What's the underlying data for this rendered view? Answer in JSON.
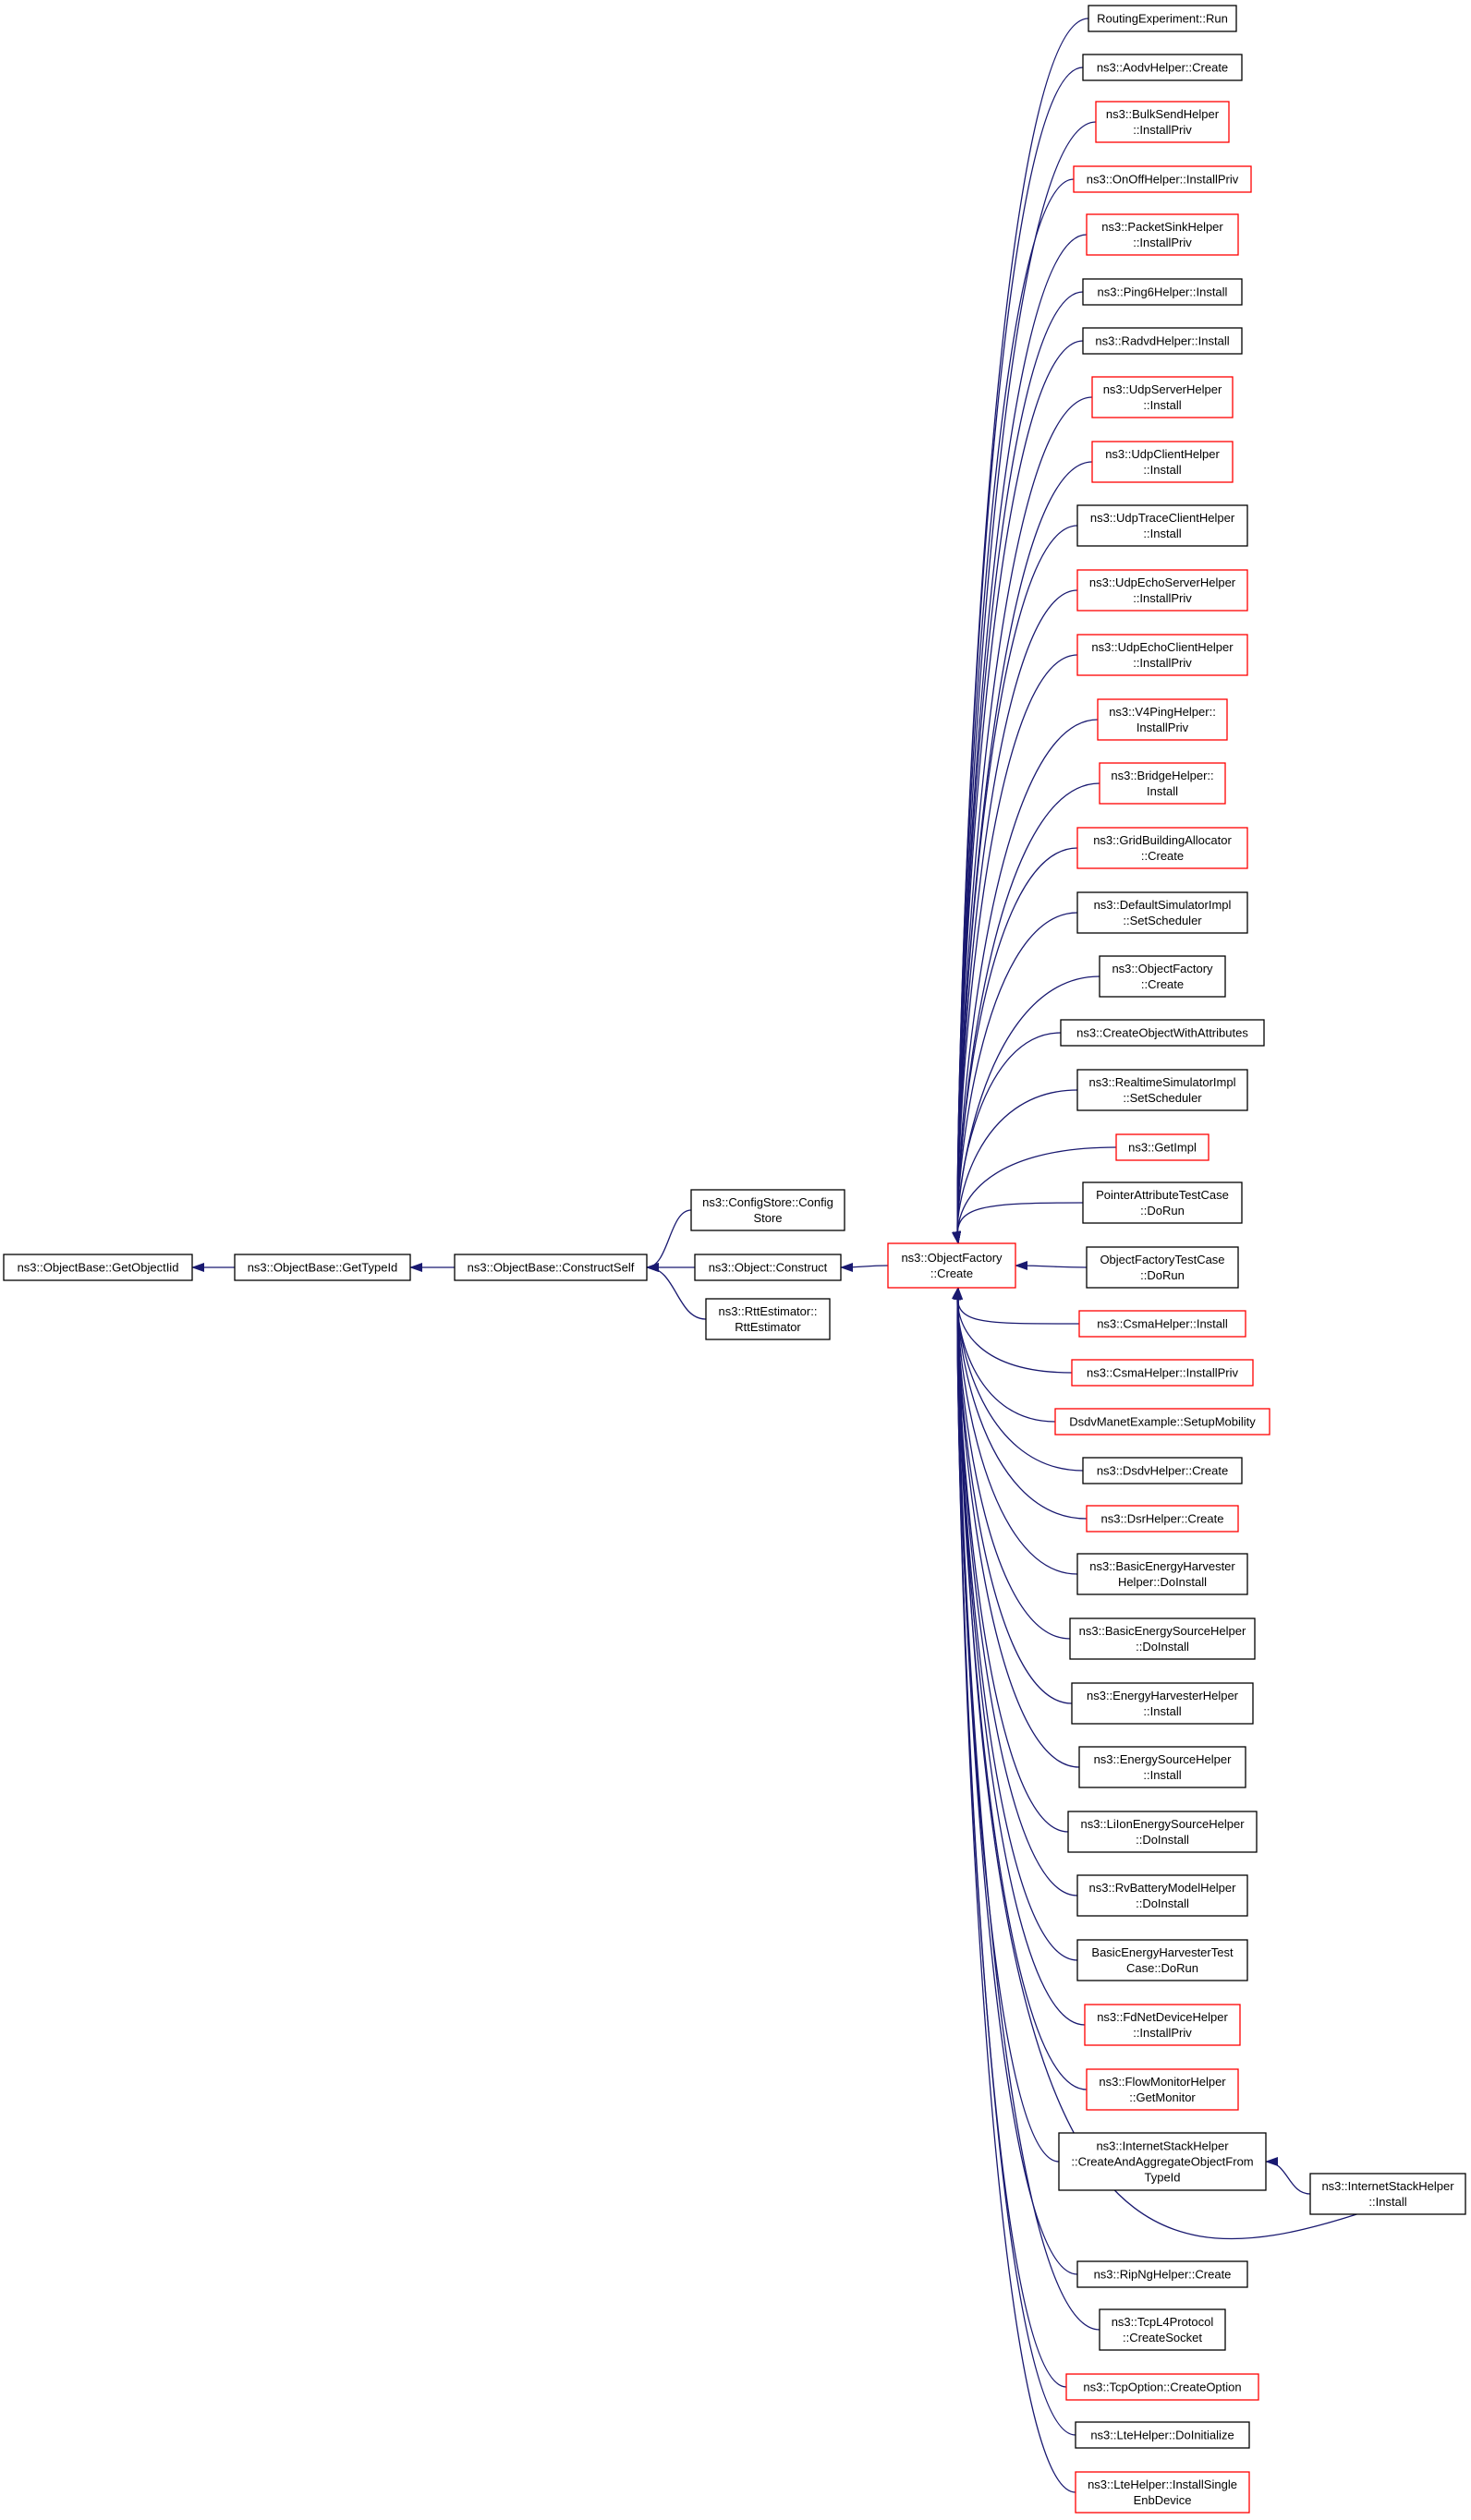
{
  "graph": {
    "colors": {
      "edge": "#191970",
      "border_default": "#000000",
      "border_truncated": "#ff0000",
      "fill_root": "#bfbfbf",
      "fill_default": "#ffffff"
    },
    "nodes": [
      {
        "id": "getobjectiid",
        "lines": [
          "ns3::ObjectBase::GetObjectIid"
        ],
        "root": true
      },
      {
        "id": "gettypeid",
        "lines": [
          "ns3::ObjectBase::GetTypeId"
        ]
      },
      {
        "id": "constructself",
        "lines": [
          "ns3::ObjectBase::ConstructSelf"
        ]
      },
      {
        "id": "configstore",
        "lines": [
          "ns3::ConfigStore::Config",
          "Store"
        ]
      },
      {
        "id": "objectconstruct",
        "lines": [
          "ns3::Object::Construct"
        ]
      },
      {
        "id": "rttestimator",
        "lines": [
          "ns3::RttEstimator::",
          "RttEstimator"
        ]
      },
      {
        "id": "objectfactorycreate",
        "lines": [
          "ns3::ObjectFactory",
          "::Create"
        ],
        "red": true
      },
      {
        "id": "routingexp",
        "lines": [
          "RoutingExperiment::Run"
        ]
      },
      {
        "id": "aodv",
        "lines": [
          "ns3::AodvHelper::Create"
        ]
      },
      {
        "id": "bulksend",
        "lines": [
          "ns3::BulkSendHelper",
          "::InstallPriv"
        ],
        "red": true
      },
      {
        "id": "onoff",
        "lines": [
          "ns3::OnOffHelper::InstallPriv"
        ],
        "red": true
      },
      {
        "id": "packetsink",
        "lines": [
          "ns3::PacketSinkHelper",
          "::InstallPriv"
        ],
        "red": true
      },
      {
        "id": "ping6",
        "lines": [
          "ns3::Ping6Helper::Install"
        ]
      },
      {
        "id": "radvd",
        "lines": [
          "ns3::RadvdHelper::Install"
        ]
      },
      {
        "id": "udpserver",
        "lines": [
          "ns3::UdpServerHelper",
          "::Install"
        ],
        "red": true
      },
      {
        "id": "udpclient",
        "lines": [
          "ns3::UdpClientHelper",
          "::Install"
        ],
        "red": true
      },
      {
        "id": "udptrace",
        "lines": [
          "ns3::UdpTraceClientHelper",
          "::Install"
        ]
      },
      {
        "id": "udpechoserver",
        "lines": [
          "ns3::UdpEchoServerHelper",
          "::InstallPriv"
        ],
        "red": true
      },
      {
        "id": "udpechoclient",
        "lines": [
          "ns3::UdpEchoClientHelper",
          "::InstallPriv"
        ],
        "red": true
      },
      {
        "id": "v4ping",
        "lines": [
          "ns3::V4PingHelper::",
          "InstallPriv"
        ],
        "red": true
      },
      {
        "id": "bridge",
        "lines": [
          "ns3::BridgeHelper::",
          "Install"
        ],
        "red": true
      },
      {
        "id": "gridbuilding",
        "lines": [
          "ns3::GridBuildingAllocator",
          "::Create"
        ],
        "red": true
      },
      {
        "id": "defaultsim",
        "lines": [
          "ns3::DefaultSimulatorImpl",
          "::SetScheduler"
        ]
      },
      {
        "id": "objectfactory2",
        "lines": [
          "ns3::ObjectFactory",
          "::Create"
        ]
      },
      {
        "id": "createobjattr",
        "lines": [
          "ns3::CreateObjectWithAttributes"
        ]
      },
      {
        "id": "realtimesim",
        "lines": [
          "ns3::RealtimeSimulatorImpl",
          "::SetScheduler"
        ]
      },
      {
        "id": "getimpl",
        "lines": [
          "ns3::GetImpl"
        ],
        "red": true
      },
      {
        "id": "pointerattr",
        "lines": [
          "PointerAttributeTestCase",
          "::DoRun"
        ]
      },
      {
        "id": "objfactorytest",
        "lines": [
          "ObjectFactoryTestCase",
          "::DoRun"
        ]
      },
      {
        "id": "csmainstall",
        "lines": [
          "ns3::CsmaHelper::Install"
        ],
        "red": true
      },
      {
        "id": "csmainstallpriv",
        "lines": [
          "ns3::CsmaHelper::InstallPriv"
        ],
        "red": true
      },
      {
        "id": "dsdvmanet",
        "lines": [
          "DsdvManetExample::SetupMobility"
        ],
        "red": true
      },
      {
        "id": "dsdvcreate",
        "lines": [
          "ns3::DsdvHelper::Create"
        ]
      },
      {
        "id": "dsrcreate",
        "lines": [
          "ns3::DsrHelper::Create"
        ],
        "red": true
      },
      {
        "id": "basicharvester",
        "lines": [
          "ns3::BasicEnergyHarvester",
          "Helper::DoInstall"
        ]
      },
      {
        "id": "basicsource",
        "lines": [
          "ns3::BasicEnergySourceHelper",
          "::DoInstall"
        ]
      },
      {
        "id": "energyharvester",
        "lines": [
          "ns3::EnergyHarvesterHelper",
          "::Install"
        ]
      },
      {
        "id": "energysource",
        "lines": [
          "ns3::EnergySourceHelper",
          "::Install"
        ]
      },
      {
        "id": "liion",
        "lines": [
          "ns3::LiIonEnergySourceHelper",
          "::DoInstall"
        ]
      },
      {
        "id": "rvbattery",
        "lines": [
          "ns3::RvBatteryModelHelper",
          "::DoInstall"
        ]
      },
      {
        "id": "basicharvtest",
        "lines": [
          "BasicEnergyHarvesterTest",
          "Case::DoRun"
        ]
      },
      {
        "id": "fdnet",
        "lines": [
          "ns3::FdNetDeviceHelper",
          "::InstallPriv"
        ],
        "red": true
      },
      {
        "id": "flowmon",
        "lines": [
          "ns3::FlowMonitorHelper",
          "::GetMonitor"
        ],
        "red": true
      },
      {
        "id": "inetcreate",
        "lines": [
          "ns3::InternetStackHelper",
          "::CreateAndAggregateObjectFrom",
          "TypeId"
        ]
      },
      {
        "id": "inetinstall",
        "lines": [
          "ns3::InternetStackHelper",
          "::Install"
        ]
      },
      {
        "id": "ripng",
        "lines": [
          "ns3::RipNgHelper::Create"
        ]
      },
      {
        "id": "tcpl4",
        "lines": [
          "ns3::TcpL4Protocol",
          "::CreateSocket"
        ]
      },
      {
        "id": "tcpoption",
        "lines": [
          "ns3::TcpOption::CreateOption"
        ],
        "red": true
      },
      {
        "id": "ltedoinit",
        "lines": [
          "ns3::LteHelper::DoInitialize"
        ]
      },
      {
        "id": "lteinstall",
        "lines": [
          "ns3::LteHelper::InstallSingle",
          "EnbDevice"
        ],
        "red": true
      }
    ],
    "edges": [
      [
        "gettypeid",
        "getobjectiid"
      ],
      [
        "constructself",
        "gettypeid"
      ],
      [
        "configstore",
        "constructself"
      ],
      [
        "objectconstruct",
        "constructself"
      ],
      [
        "rttestimator",
        "constructself"
      ],
      [
        "objectfactorycreate",
        "objectconstruct"
      ],
      [
        "routingexp",
        "objectfactorycreate"
      ],
      [
        "aodv",
        "objectfactorycreate"
      ],
      [
        "bulksend",
        "objectfactorycreate"
      ],
      [
        "onoff",
        "objectfactorycreate"
      ],
      [
        "packetsink",
        "objectfactorycreate"
      ],
      [
        "ping6",
        "objectfactorycreate"
      ],
      [
        "radvd",
        "objectfactorycreate"
      ],
      [
        "udpserver",
        "objectfactorycreate"
      ],
      [
        "udpclient",
        "objectfactorycreate"
      ],
      [
        "udptrace",
        "objectfactorycreate"
      ],
      [
        "udpechoserver",
        "objectfactorycreate"
      ],
      [
        "udpechoclient",
        "objectfactorycreate"
      ],
      [
        "v4ping",
        "objectfactorycreate"
      ],
      [
        "bridge",
        "objectfactorycreate"
      ],
      [
        "gridbuilding",
        "objectfactorycreate"
      ],
      [
        "defaultsim",
        "objectfactorycreate"
      ],
      [
        "objectfactory2",
        "objectfactorycreate"
      ],
      [
        "createobjattr",
        "objectfactorycreate"
      ],
      [
        "realtimesim",
        "objectfactorycreate"
      ],
      [
        "getimpl",
        "objectfactorycreate"
      ],
      [
        "pointerattr",
        "objectfactorycreate"
      ],
      [
        "objfactorytest",
        "objectfactorycreate"
      ],
      [
        "csmainstall",
        "objectfactorycreate"
      ],
      [
        "csmainstallpriv",
        "objectfactorycreate"
      ],
      [
        "dsdvmanet",
        "objectfactorycreate"
      ],
      [
        "dsdvcreate",
        "objectfactorycreate"
      ],
      [
        "dsrcreate",
        "objectfactorycreate"
      ],
      [
        "basicharvester",
        "objectfactorycreate"
      ],
      [
        "basicsource",
        "objectfactorycreate"
      ],
      [
        "energyharvester",
        "objectfactorycreate"
      ],
      [
        "energysource",
        "objectfactorycreate"
      ],
      [
        "liion",
        "objectfactorycreate"
      ],
      [
        "rvbattery",
        "objectfactorycreate"
      ],
      [
        "basicharvtest",
        "objectfactorycreate"
      ],
      [
        "fdnet",
        "objectfactorycreate"
      ],
      [
        "flowmon",
        "objectfactorycreate"
      ],
      [
        "inetcreate",
        "objectfactorycreate"
      ],
      [
        "inetinstall",
        "objectfactorycreate"
      ],
      [
        "ripng",
        "objectfactorycreate"
      ],
      [
        "tcpl4",
        "objectfactorycreate"
      ],
      [
        "tcpoption",
        "objectfactorycreate"
      ],
      [
        "ltedoinit",
        "objectfactorycreate"
      ],
      [
        "lteinstall",
        "objectfactorycreate"
      ],
      [
        "inetinstall",
        "inetcreate"
      ]
    ]
  }
}
